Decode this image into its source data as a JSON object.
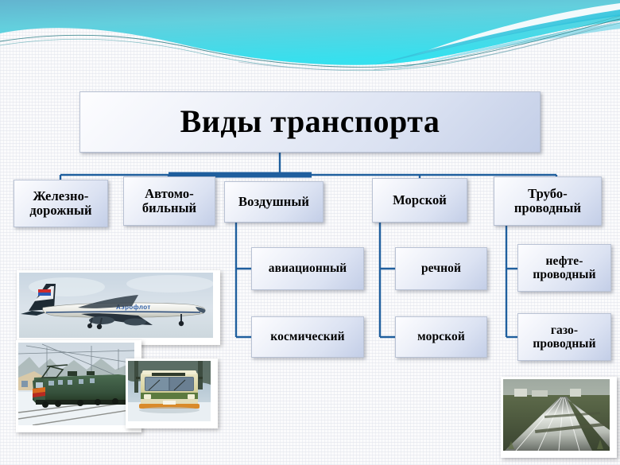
{
  "slide": {
    "title_box": {
      "label": "Виды транспорта"
    },
    "theme": {
      "wave_top_color": "#5fb9d4",
      "wave_mid_color": "#3fd0e3",
      "wave_accent_color": "#17b5cf",
      "wave_line_color": "#2f7f86",
      "connector_color": "#1f5f9e",
      "box_border_color": "#b9c2d4",
      "box_gradient_from": "#fdfdff",
      "box_gradient_to": "#c3cee7",
      "text_color": "#000000",
      "background_color": "#fbfbfc"
    },
    "level1": [
      {
        "id": "rail",
        "label": "Железно-\nдорожный"
      },
      {
        "id": "road",
        "label": "Автомо-\nбильный"
      },
      {
        "id": "air",
        "label": "Воздушный"
      },
      {
        "id": "sea",
        "label": "Морской"
      },
      {
        "id": "pipeline",
        "label": "Трубо-\nпроводный"
      }
    ],
    "level2": [
      {
        "id": "aviation",
        "parent": "air",
        "label": "авиационный"
      },
      {
        "id": "space",
        "parent": "air",
        "label": "космический"
      },
      {
        "id": "river",
        "parent": "sea",
        "label": "речной"
      },
      {
        "id": "marine",
        "parent": "sea",
        "label": "морской"
      },
      {
        "id": "oil-pipe",
        "parent": "pipeline",
        "label": "нефте-\nпроводный"
      },
      {
        "id": "gas-pipe",
        "parent": "pipeline",
        "label": "газо-\nпроводный"
      }
    ],
    "photos": [
      {
        "id": "airplane",
        "caption": "Аэрофлот"
      },
      {
        "id": "locomotive",
        "caption": ""
      },
      {
        "id": "bus",
        "caption": ""
      },
      {
        "id": "pipes",
        "caption": ""
      }
    ]
  }
}
